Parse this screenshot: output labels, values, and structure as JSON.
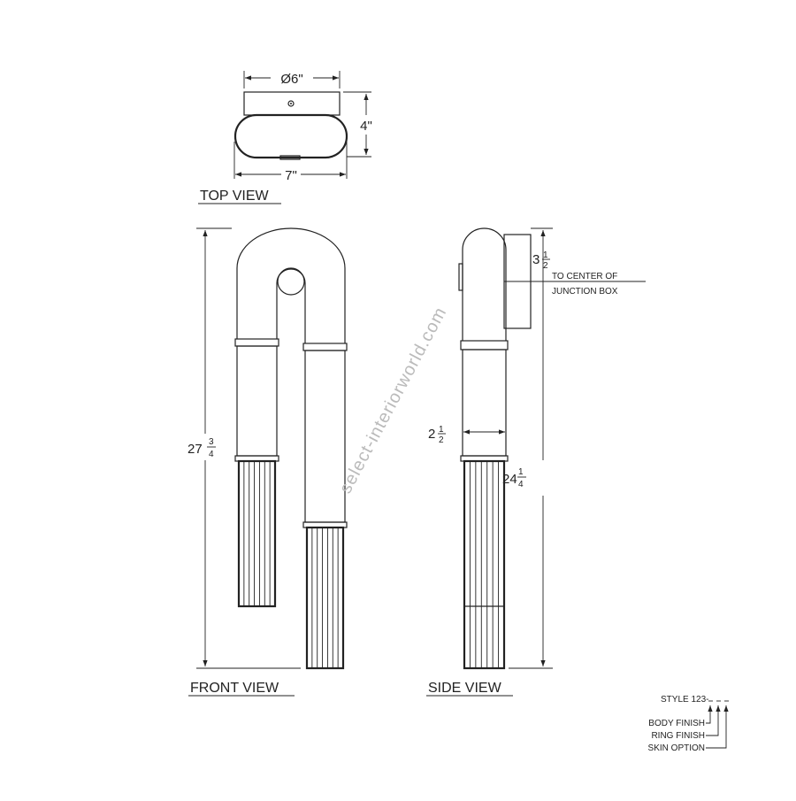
{
  "top_view": {
    "title": "TOP VIEW",
    "diameter": "Ø6\"",
    "height": "4\"",
    "width": "7\""
  },
  "front_view": {
    "title": "FRONT VIEW",
    "height_whole": "27",
    "height_num": "3",
    "height_den": "4"
  },
  "side_view": {
    "title": "SIDE VIEW",
    "height_whole": "24",
    "height_num": "1",
    "height_den": "4",
    "offset_whole": "3",
    "offset_num": "1",
    "offset_den": "2",
    "tube_whole": "2",
    "tube_num": "1",
    "tube_den": "2",
    "note_line1": "TO CENTER OF",
    "note_line2": "JUNCTION BOX"
  },
  "legend": {
    "style": "STYLE 123-",
    "items": [
      "BODY FINISH",
      "RING FINISH",
      "SKIN OPTION"
    ]
  },
  "watermark": "select-interiorworld.com"
}
